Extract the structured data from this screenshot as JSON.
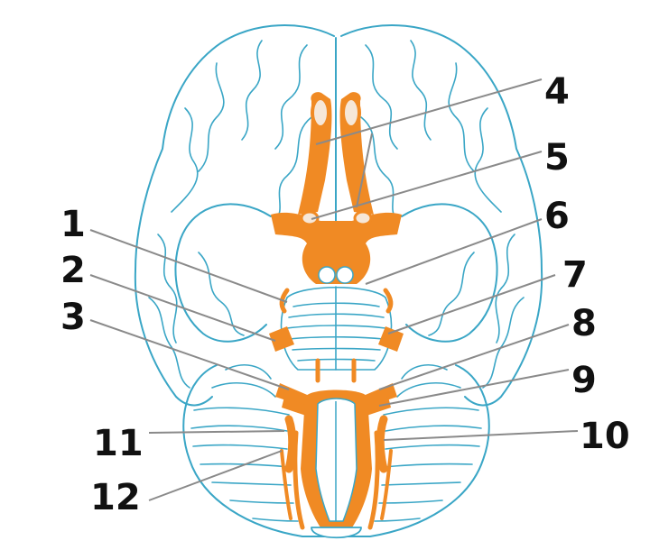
{
  "colors": {
    "brain_outline": "#3aa6c6",
    "nerve": "#f08a24",
    "leader_line": "#8a8a8a",
    "label_text": "#111111",
    "background": "#ffffff"
  },
  "labels": [
    {
      "number": "1"
    },
    {
      "number": "2"
    },
    {
      "number": "3"
    },
    {
      "number": "4"
    },
    {
      "number": "5"
    },
    {
      "number": "6"
    },
    {
      "number": "7"
    },
    {
      "number": "8"
    },
    {
      "number": "9"
    },
    {
      "number": "10"
    },
    {
      "number": "11"
    },
    {
      "number": "12"
    }
  ]
}
